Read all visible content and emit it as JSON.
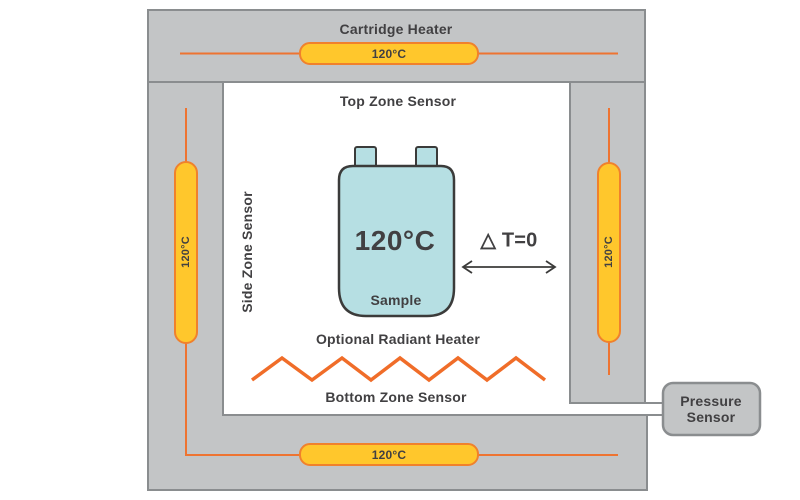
{
  "diagram": {
    "cartridge_heater_label": "Cartridge Heater",
    "top_heater_temp": "120°C",
    "left_heater_temp": "120°C",
    "right_heater_temp": "120°C",
    "bottom_heater_temp": "120°C",
    "top_sensor_label": "Top Zone Sensor",
    "side_sensor_label": "Side Zone Sensor",
    "bottom_sensor_label": "Bottom Zone Sensor",
    "radiant_heater_label": "Optional Radiant Heater",
    "pressure_sensor_label": "Pressure Sensor",
    "sample": {
      "temp": "120°C",
      "name": "Sample",
      "delta": "△ T=0"
    }
  },
  "colors": {
    "frame_fill": "#c3c5c6",
    "frame_stroke": "#8a8d8f",
    "heater_fill": "#ffc72c",
    "heater_stroke": "#f0812c",
    "element_line": "#ee7431",
    "zigzag": "#f06d29",
    "sample_fill": "#b6dfe3",
    "sample_stroke": "#3b3b3a",
    "text": "#414042"
  }
}
